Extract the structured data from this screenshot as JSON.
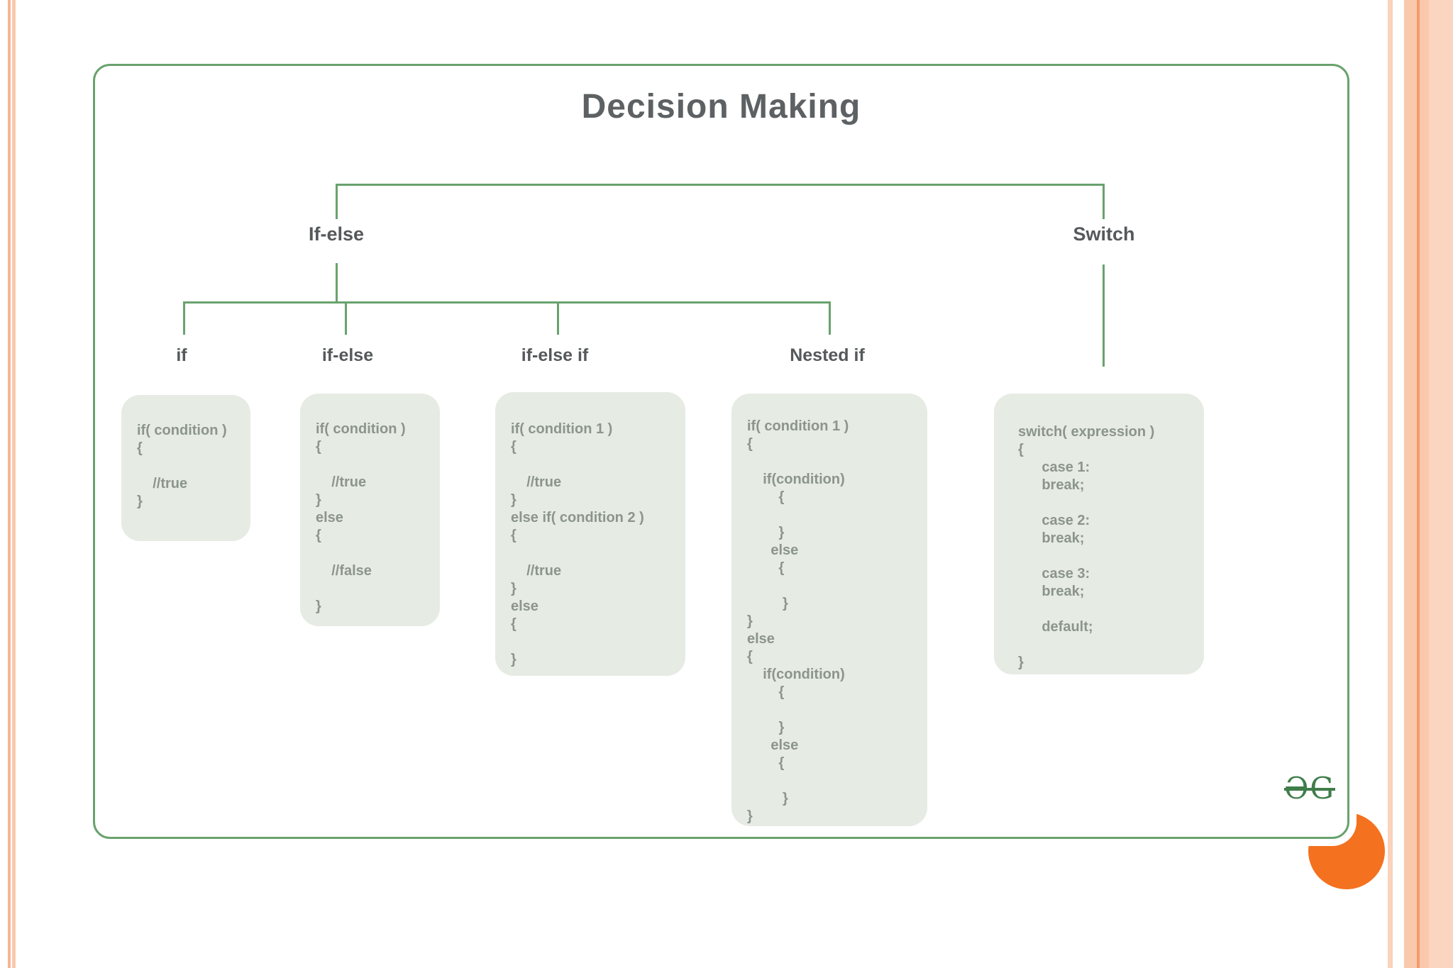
{
  "title": "Decision Making",
  "tree": {
    "branch_left": "If-else",
    "branch_right": "Switch",
    "children": [
      "if",
      "if-else",
      "if-else if",
      "Nested if"
    ]
  },
  "code_boxes": {
    "if": [
      "if( condition )",
      "{",
      "",
      "    //true",
      "}"
    ],
    "if_else": [
      "if( condition )",
      "{",
      "",
      "    //true",
      "}",
      "else",
      "{",
      "",
      "    //false",
      "",
      "}"
    ],
    "if_else_if": [
      "if( condition 1 )",
      "{",
      "",
      "    //true",
      "}",
      "else if( condition 2 )",
      "{",
      "",
      "    //true",
      "}",
      "else",
      "{",
      "",
      "}"
    ],
    "nested_if": [
      "if( condition 1 )",
      "{",
      "",
      "    if(condition)",
      "        {",
      "",
      "        }",
      "      else",
      "        {",
      "",
      "         }",
      "}",
      "else",
      "{",
      "    if(condition)",
      "        {",
      "",
      "        }",
      "      else",
      "        {",
      "",
      "         }",
      "}"
    ],
    "switch": [
      "switch( expression )",
      "{",
      "      case 1:",
      "      break;",
      "",
      "      case 2:",
      "      break;",
      "",
      "      case 3:",
      "      break;",
      "",
      "      default;",
      "",
      "}"
    ]
  },
  "logo": {
    "text": "ƏG"
  },
  "colors": {
    "line_green": "#69a26d",
    "box_fill": "#e6ebe3",
    "code_text": "#8b958c",
    "heading_text": "#5d6163",
    "label_text": "#55595b",
    "logo_green": "#3f7d49",
    "orange": "#f4711f",
    "stripe_salmon": "#f7b496",
    "stripe_light": "#fac9ae",
    "stripe_thin": "#fbd2ba",
    "stripe_band": "#fac8ad",
    "stripe_line": "#f29a6e",
    "stripe_pale": "#fbd5c0"
  }
}
